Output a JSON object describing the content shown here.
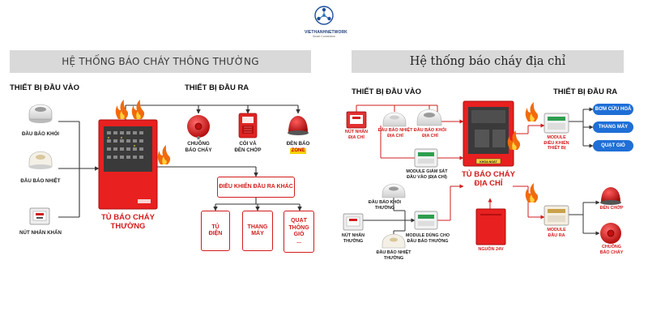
{
  "brand": {
    "name": "VIETHANHNETWORK",
    "tagline": "Smart Connection"
  },
  "left": {
    "title": "HỆ THỐNG BÁO CHÁY THÔNG THƯỜNG",
    "inputs_title": "THIẾT BỊ ĐẦU VÀO",
    "outputs_title": "THIẾT BỊ ĐẦU RA",
    "inputs": [
      "ĐẦU BÁO KHÓI",
      "ĐẦU BÁO NHIỆT",
      "NÚT NHẤN KHẨN"
    ],
    "panel_line1": "TỦ BÁO CHÁY",
    "panel_line2": "THƯỜNG",
    "outputs": {
      "bell": [
        "CHUÔNG",
        "BÁO CHÁY"
      ],
      "horn": [
        "CÒI VÀ",
        "ĐÈN CHỚP"
      ],
      "zone_lamp": "ĐÈN BÁO",
      "zone_tag": "ZONE"
    },
    "other_control": "ĐIỀU KHIỂN ĐẦU RA KHÁC",
    "control_items": [
      [
        "TỦ",
        "ĐIỆN"
      ],
      [
        "THANG",
        "MÁY"
      ],
      [
        "QUẠT",
        "THÔNG",
        "GIÓ",
        "..."
      ]
    ]
  },
  "right": {
    "title": "Hệ thống báo cháy địa chỉ",
    "inputs_title": "THIẾT BỊ ĐẦU VÀO",
    "outputs_title": "THIẾT BỊ ĐẦU RA",
    "addr_inputs": {
      "call_point": [
        "NÚT NHẤN",
        "ĐỊA CHỈ"
      ],
      "heat": [
        "ĐẦU BÁO NHIỆT",
        "ĐỊA CHỈ"
      ],
      "smoke": [
        "ĐẦU BÁO KHÓI",
        "ĐỊA CHỈ"
      ]
    },
    "monitor_module": [
      "MODULE GIÁM SÁT",
      "ĐẦU VÀO (ĐỊA CHỈ)"
    ],
    "conv_inputs": {
      "smoke": [
        "ĐẦU BÁO KHÓI",
        "THƯỜNG"
      ],
      "call_point": [
        "NÚT NHẤN",
        "THƯỜNG"
      ],
      "heat": [
        "ĐẦU BÁO NHIỆT",
        "THƯỜNG"
      ]
    },
    "conv_module": [
      "MODULE DÙNG CHO",
      "ĐẦU BÁO THƯỜNG"
    ],
    "panel_line1": "TỦ BÁO CHÁY",
    "panel_line2": "ĐỊA CHỈ",
    "panel_screen_text": "KHÓA NGẮT",
    "psu": "NGUỒN 24V",
    "control_module": [
      "MODULE",
      "ĐIỀU KHIỂN",
      "THIẾT BỊ"
    ],
    "control_targets": [
      "BƠM CỨU HOẢ",
      "THANG MÁY",
      "QUẠT GIÓ"
    ],
    "output_module": [
      "MODULE",
      "ĐẦU RA"
    ],
    "outputs": {
      "strobe": "ĐÈN CHỚP",
      "bell": [
        "CHUÔNG",
        "BÁO CHÁY"
      ]
    }
  },
  "colors": {
    "accent": "#d21c1c",
    "pill": "#1f6fd6",
    "banner": "#d9d9d9"
  }
}
